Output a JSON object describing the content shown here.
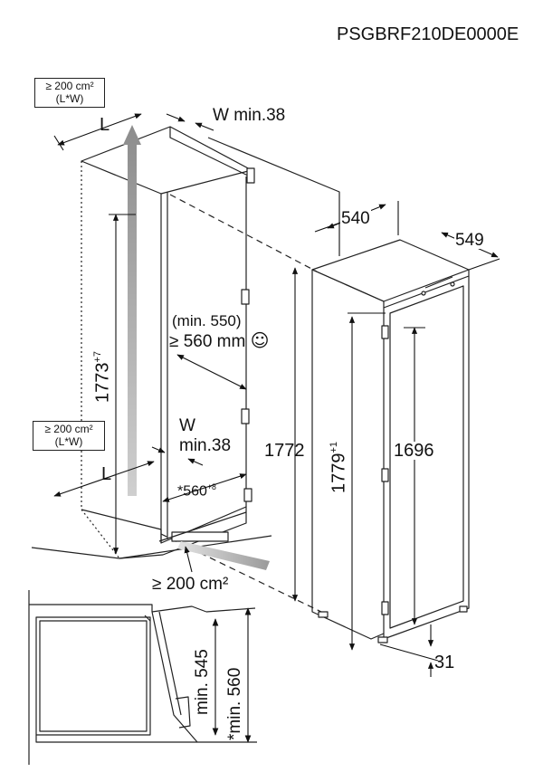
{
  "model_code": "PSGBRF210DE0000E",
  "vent_top": {
    "line1": "≥ 200 cm²",
    "line2": "(L*W)"
  },
  "vent_middle": {
    "line1": "≥ 200 cm²",
    "line2": "(L*W)"
  },
  "vent_bottom": "≥ 200 cm²",
  "label_L": "L",
  "top_width_gap": "W min.38",
  "mid_width_gap": {
    "line1": "W",
    "line2": "min.38"
  },
  "niche_depth_min": "(min. 550)",
  "niche_depth": "≥ 560 mm",
  "smiley": "☺",
  "niche_height": {
    "value": "1773",
    "tolerance": "+7"
  },
  "niche_width": {
    "value": "*560",
    "tolerance": "+8"
  },
  "appliance_depth": "540",
  "appliance_width": "549",
  "appliance_height_total": "1772",
  "appliance_height_door": {
    "value": "1779",
    "tolerance": "+1"
  },
  "appliance_height_inner": "1696",
  "foot_offset": "31",
  "detail_min_545": "min. 545",
  "detail_min_560": "*min. 560"
}
